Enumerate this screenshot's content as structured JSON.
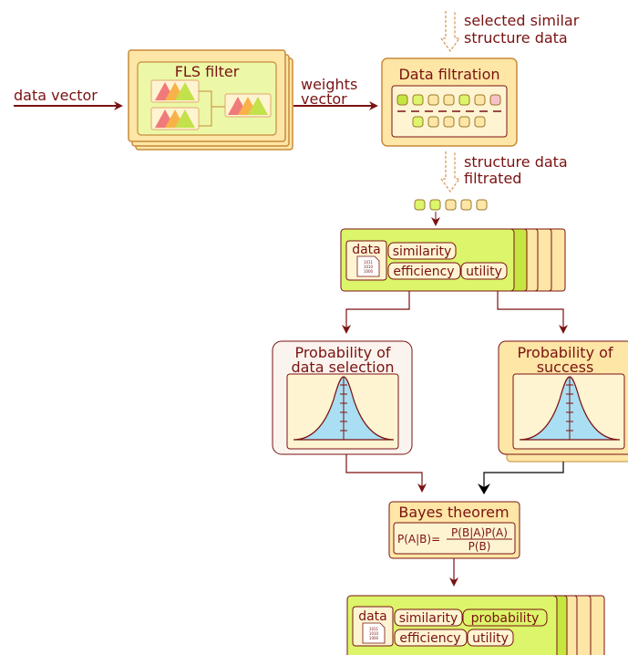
{
  "labels": {
    "data_vector": "data vector",
    "weights_vector": [
      "weights",
      "vector"
    ],
    "selected_data": [
      "selected similar",
      "structure data"
    ],
    "structure_filtrated": [
      "structure data",
      "filtrated"
    ]
  },
  "fls_filter": {
    "title": "FLS filter"
  },
  "data_filtration": {
    "title": "Data filtration"
  },
  "record_card_1": {
    "data_label": "data",
    "similarity": "similarity",
    "efficiency": "efficiency",
    "utility": "utility",
    "doc_lines": [
      "1011",
      "1010",
      "1000"
    ]
  },
  "prob_selection": {
    "title": [
      "Probability of",
      "data selection"
    ]
  },
  "prob_success": {
    "title": [
      "Probability of",
      "success"
    ]
  },
  "bayes": {
    "title": "Bayes theorem",
    "lhs": "P(A|B)=",
    "numerator": "P(B|A)P(A)",
    "denominator": "P(B)"
  },
  "record_card_2": {
    "data_label": "data",
    "similarity": "similarity",
    "probability": "probability",
    "efficiency": "efficiency",
    "utility": "utility",
    "doc_lines": [
      "1011",
      "1010",
      "1000"
    ]
  },
  "colors": {
    "dark_red": "#7a1212",
    "box_fill": "#fde6a6",
    "box_stroke": "#c98a3a",
    "lime": "#dcf56a",
    "lime_dark": "#c5e640",
    "cream": "#fff4d2",
    "light_blue": "#a9def3",
    "pink": "#f6c2c8"
  }
}
